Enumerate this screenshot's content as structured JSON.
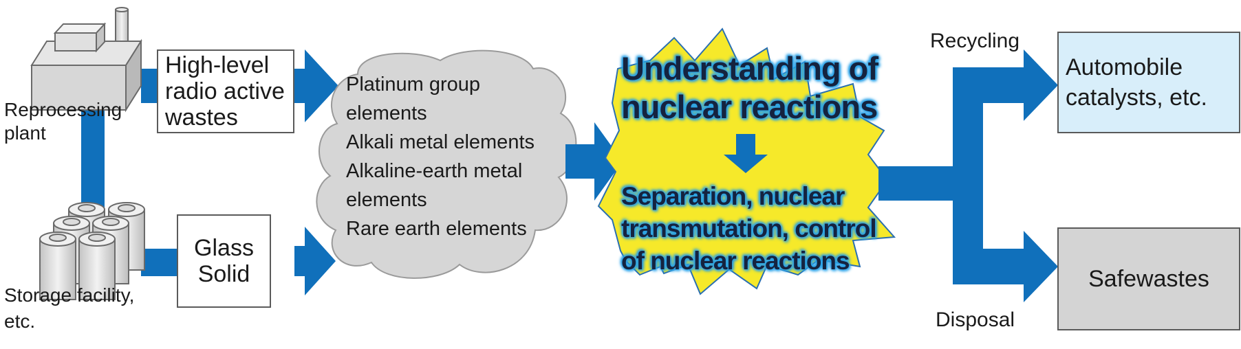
{
  "labels": {
    "reprocessing": "Reprocessing plant",
    "storage": "Storage facility, etc.",
    "hlw": "High-level radio active wastes",
    "glass": "Glass Solid",
    "recycling": "Recycling",
    "disposal": "Disposal",
    "understanding": "Understanding of nuclear reactions",
    "separation": "Separation, nuclear transmutation, control of nuclear reactions",
    "automobile": "Automobile catalysts, etc.",
    "safewastes": "Safewastes"
  },
  "elements": [
    "Platinum group elements",
    "Alkali metal elements",
    "Alkaline-earth metal elements",
    "Rare earth elements"
  ],
  "colors": {
    "arrow": "#1070bb",
    "cloud": "#d6d6d6",
    "burst": "#f6e92a",
    "glow": "#2aa2e8",
    "automobile_box": "#d8eefa",
    "safewastes_box": "#d4d4d4"
  }
}
